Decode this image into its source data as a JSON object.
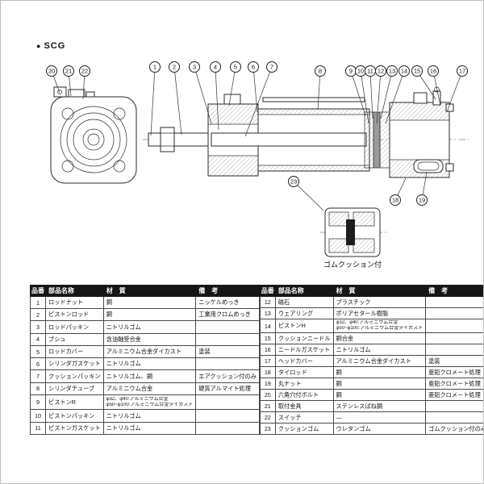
{
  "page": {
    "bullet": "●",
    "series_label": "SCG"
  },
  "diagram": {
    "detail_caption": "ゴムクッション付",
    "balloons": {
      "front_view": [
        "20",
        "21",
        "22"
      ],
      "rod_side": [
        "1",
        "2",
        "3",
        "4",
        "5",
        "6",
        "7"
      ],
      "tube": [
        "8"
      ],
      "head_side": [
        "9",
        "10",
        "11",
        "12",
        "13",
        "14",
        "15",
        "16",
        "17"
      ],
      "tie_rod": [
        "18",
        "19"
      ],
      "detail": [
        "23"
      ]
    }
  },
  "parts_table": {
    "headers": {
      "no": "品番",
      "name": "部品名称",
      "material": "材　質",
      "remarks": "備　考"
    },
    "left_rows": [
      {
        "no": "1",
        "name": "ロッドナット",
        "material": "鋼",
        "remarks": "ニッケルめっき"
      },
      {
        "no": "2",
        "name": "ピストンロッド",
        "material": "鋼",
        "remarks": "工業用クロムめっき"
      },
      {
        "no": "3",
        "name": "ロッドパッキン",
        "material": "ニトリルゴム",
        "remarks": ""
      },
      {
        "no": "4",
        "name": "ブシュ",
        "material": "含油軸受合金",
        "remarks": ""
      },
      {
        "no": "5",
        "name": "ロッドカバー",
        "material": "アルミニウム合金ダイカスト",
        "remarks": "塗装"
      },
      {
        "no": "6",
        "name": "シリンダガスケット",
        "material": "ニトリルゴム",
        "remarks": ""
      },
      {
        "no": "7",
        "name": "クッションパッキン",
        "material": "ニトリルゴム、鋼",
        "remarks": "エアクッション付のみ"
      },
      {
        "no": "8",
        "name": "シリンダチューブ",
        "material": "アルミニウム合金",
        "remarks": "硬質アルマイト処理"
      },
      {
        "no": "9",
        "name": "ピストンR",
        "material": [
          "φ32、φ40:アルミニウム合金",
          "φ50~φ100:アルミニウム合金ダイカスト"
        ],
        "remarks": ""
      },
      {
        "no": "10",
        "name": "ピストンパッキン",
        "material": "ニトリルゴム",
        "remarks": ""
      },
      {
        "no": "11",
        "name": "ピストンガスケット",
        "material": "ニトリルゴム",
        "remarks": ""
      }
    ],
    "right_rows": [
      {
        "no": "12",
        "name": "磁石",
        "material": "プラスチック",
        "remarks": ""
      },
      {
        "no": "13",
        "name": "ウェアリング",
        "material": "ポリアセタール樹脂",
        "remarks": ""
      },
      {
        "no": "14",
        "name": "ピストンH",
        "material": [
          "φ32、φ40:アルミニウム合金",
          "φ50~φ100:アルミニウム合金ダイカスト"
        ],
        "remarks": ""
      },
      {
        "no": "15",
        "name": "クッションニードル",
        "material": "鋼合金",
        "remarks": ""
      },
      {
        "no": "16",
        "name": "ニードルガスケット",
        "material": "ニトリルゴム",
        "remarks": ""
      },
      {
        "no": "17",
        "name": "ヘッドカバー",
        "material": "アルミニウム合金ダイカスト",
        "remarks": "塗装"
      },
      {
        "no": "18",
        "name": "タイロッド",
        "material": "鋼",
        "remarks": "亜鉛クロメート処理"
      },
      {
        "no": "19",
        "name": "丸ナット",
        "material": "鋼",
        "remarks": "亜鉛クロメート処理"
      },
      {
        "no": "20",
        "name": "六角穴付ボルト",
        "material": "鋼",
        "remarks": "亜鉛クロメート処理"
      },
      {
        "no": "21",
        "name": "取付金具",
        "material": "ステンレスばね鋼",
        "remarks": ""
      },
      {
        "no": "22",
        "name": "スイッチ",
        "material": "—",
        "remarks": ""
      },
      {
        "no": "23",
        "name": "クッションゴム",
        "material": "ウレタンゴム",
        "remarks": "ゴムクッション付のみ"
      }
    ]
  }
}
